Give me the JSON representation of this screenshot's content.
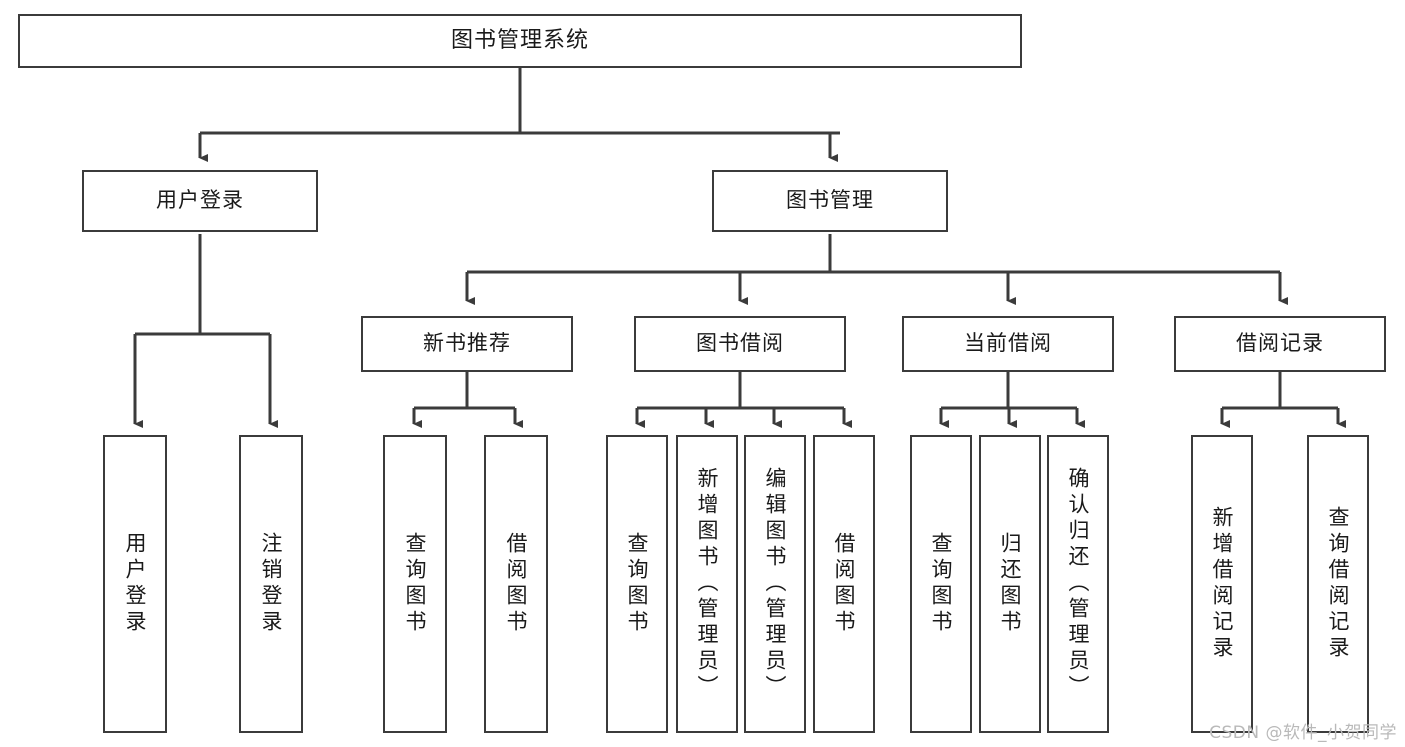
{
  "diagram": {
    "title": "图书管理系统",
    "type": "tree",
    "watermark": "CSDN @软件_小贺同学",
    "colors": {
      "stroke": "#3b3b3b",
      "fill": "#ffffff",
      "text": "#1a1a1a",
      "watermark": "#b9b9b9"
    },
    "nodes": {
      "root": {
        "label": "图书管理系统"
      },
      "level1": [
        {
          "label": "用户登录"
        },
        {
          "label": "图书管理"
        }
      ],
      "level2": [
        {
          "label": "新书推荐"
        },
        {
          "label": "图书借阅"
        },
        {
          "label": "当前借阅"
        },
        {
          "label": "借阅记录"
        }
      ],
      "leaves": [
        {
          "label": "用户登录",
          "parent": "用户登录"
        },
        {
          "label": "注销登录",
          "parent": "用户登录"
        },
        {
          "label": "查询图书",
          "parent": "新书推荐"
        },
        {
          "label": "借阅图书",
          "parent": "新书推荐"
        },
        {
          "label": "查询图书",
          "parent": "图书借阅"
        },
        {
          "label": "新增图书（管理员）",
          "parent": "图书借阅"
        },
        {
          "label": "编辑图书（管理员）",
          "parent": "图书借阅"
        },
        {
          "label": "借阅图书",
          "parent": "图书借阅"
        },
        {
          "label": "查询图书",
          "parent": "当前借阅"
        },
        {
          "label": "归还图书",
          "parent": "当前借阅"
        },
        {
          "label": "确认归还（管理员）",
          "parent": "当前借阅"
        },
        {
          "label": "新增借阅记录",
          "parent": "借阅记录"
        },
        {
          "label": "查询借阅记录",
          "parent": "借阅记录"
        }
      ]
    }
  }
}
